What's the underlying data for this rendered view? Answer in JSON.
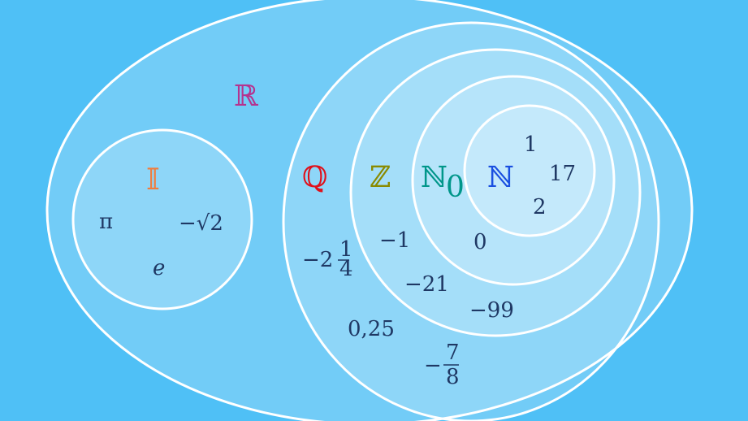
{
  "sets": {
    "reals": {
      "symbol": "ℝ",
      "color": "#b5338f"
    },
    "irrationals": {
      "symbol": "𝕀",
      "color": "#f07c3c"
    },
    "rationals": {
      "symbol": "ℚ",
      "color": "#e0101a"
    },
    "integers": {
      "symbol": "ℤ",
      "color": "#8a8a00"
    },
    "naturals0": {
      "symbol": "ℕ",
      "subscript": "0",
      "color": "#00968a"
    },
    "naturals": {
      "symbol": "ℕ",
      "color": "#1a4fe0"
    }
  },
  "numbers": {
    "irrational": [
      "π",
      "−√2",
      "e"
    ],
    "rational": [
      "−2",
      "1",
      "4",
      "0,25",
      "−",
      "7",
      "8"
    ],
    "integer": [
      "−1",
      "−21",
      "−99"
    ],
    "natural0": [
      "0"
    ],
    "natural": [
      "1",
      "17",
      "2"
    ]
  }
}
